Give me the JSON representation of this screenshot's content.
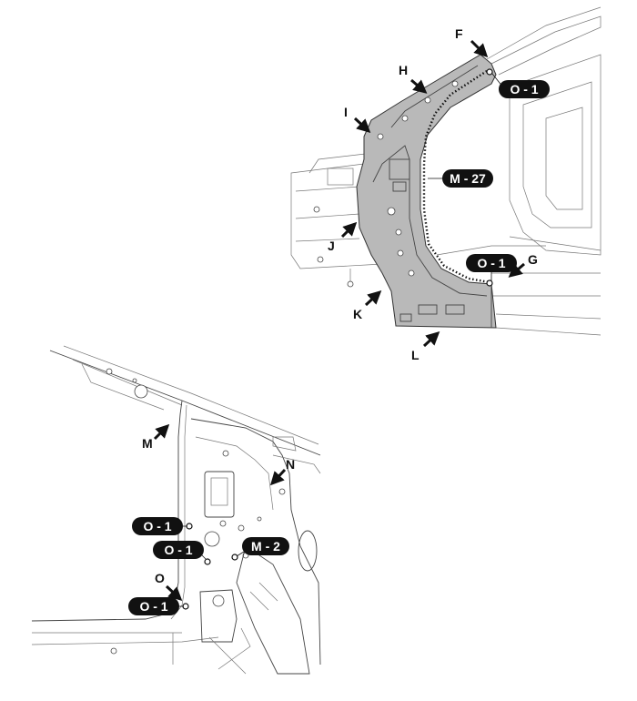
{
  "colors": {
    "panel_fill": "#b9b9b9",
    "tag_fill": "#111111",
    "tag_text": "#ffffff",
    "line": "#444444"
  },
  "top_view": {
    "letters": {
      "F": "F",
      "H": "H",
      "I": "I",
      "J": "J",
      "K": "K",
      "L": "L",
      "G": "G"
    },
    "tags": {
      "o1_top": "O - 1",
      "m27": "M - 27",
      "o1_bottom": "O - 1"
    }
  },
  "bottom_view": {
    "letters": {
      "M": "M",
      "N": "N",
      "O": "O"
    },
    "tags": {
      "o1_a": "O - 1",
      "o1_b": "O - 1",
      "m2": "M - 2",
      "o1_c": "O - 1"
    }
  }
}
